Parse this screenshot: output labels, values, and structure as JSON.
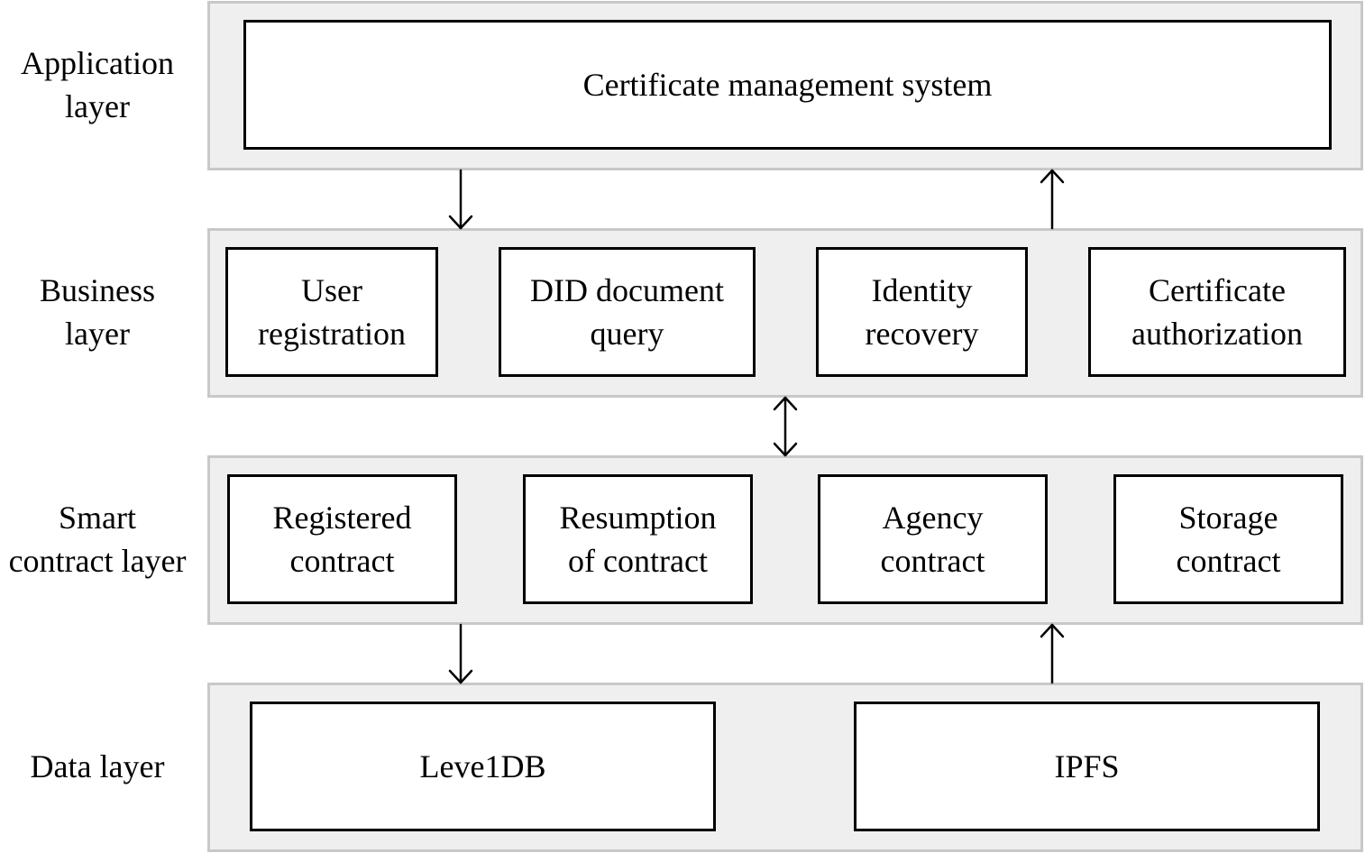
{
  "layers": [
    {
      "label": "Application\nlayer",
      "modules": [
        "Certificate management system"
      ]
    },
    {
      "label": "Business\nlayer",
      "modules": [
        "User\nregistration",
        "DID document\nquery",
        "Identity\nrecovery",
        "Certificate\nauthorization"
      ]
    },
    {
      "label": "Smart\ncontract layer",
      "modules": [
        "Registered\ncontract",
        "Resumption\nof contract",
        "Agency\ncontract",
        "Storage\ncontract"
      ]
    },
    {
      "label": "Data layer",
      "modules": [
        "Leve1DB",
        "IPFS"
      ]
    }
  ],
  "connections": [
    {
      "from": "Application layer",
      "to": "Business layer",
      "direction": "down"
    },
    {
      "from": "Business layer",
      "to": "Application layer",
      "direction": "up"
    },
    {
      "from": "Business layer",
      "to": "Smart contract layer",
      "direction": "bidirectional"
    },
    {
      "from": "Smart contract layer",
      "to": "Data layer",
      "direction": "down"
    },
    {
      "from": "Data layer",
      "to": "Smart contract layer",
      "direction": "up"
    }
  ]
}
